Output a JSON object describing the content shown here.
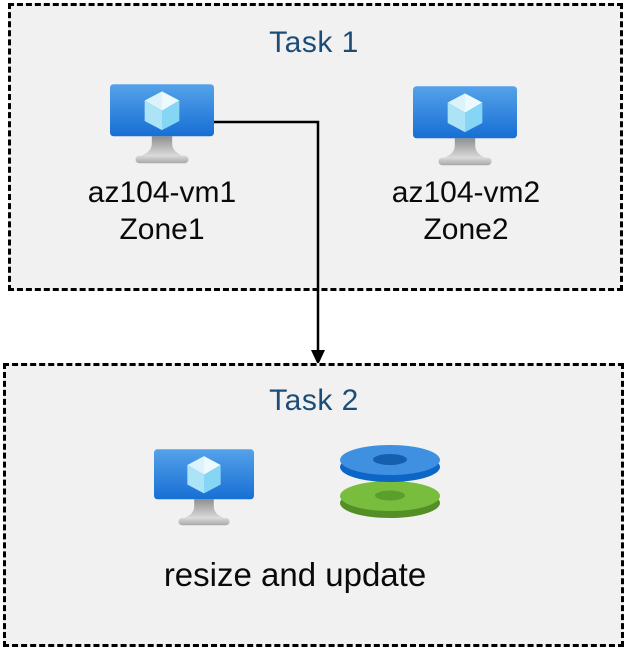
{
  "task1": {
    "title": "Task 1",
    "vms": [
      {
        "name": "az104-vm1",
        "zone": "Zone1"
      },
      {
        "name": "az104-vm2",
        "zone": "Zone2"
      }
    ]
  },
  "task2": {
    "title": "Task 2",
    "caption": "resize and update"
  },
  "colors": {
    "title_text": "#1c4d77",
    "box_background": "#f1f1f1",
    "box_border": "#000000",
    "arrow": "#000000",
    "vm_screen_gradient_top": "#55a2ea",
    "vm_screen_gradient_bottom": "#176fd4",
    "disk_blue_top": "#3f90e0",
    "disk_blue_side": "#0d65c6",
    "disk_green_top": "#79bd3f",
    "disk_green_side": "#538f26"
  },
  "icons": {
    "vm": "virtual-machine-icon",
    "disks": "stacked-disks-icon",
    "connector": "arrow-down-connector"
  }
}
